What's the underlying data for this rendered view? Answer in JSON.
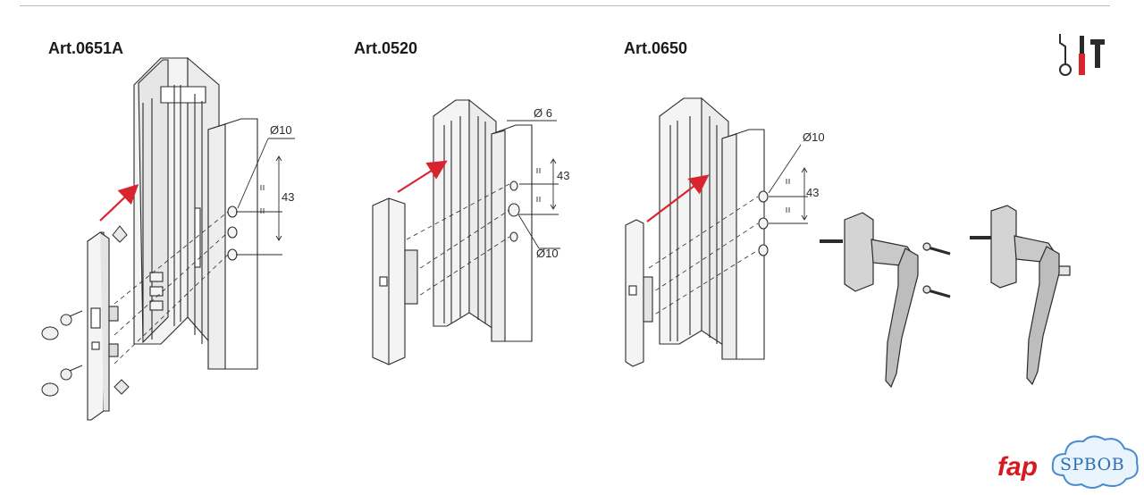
{
  "articles": {
    "a": {
      "label": "Art.0651A",
      "dim_diameter": "Ø10",
      "dim_spacing": "43"
    },
    "b": {
      "label": "Art.0520",
      "dim_diameter_small": "Ø 6",
      "dim_diameter_large": "Ø10",
      "dim_spacing": "43"
    },
    "c": {
      "label": "Art.0650",
      "dim_diameter": "Ø10",
      "dim_spacing": "43"
    }
  },
  "brand": {
    "logo_text": "fap"
  },
  "watermark": {
    "text": "SPBOB"
  },
  "icons": {
    "tools": "tools-icon",
    "arrow": "insert-arrow-icon"
  },
  "colors": {
    "arrow": "#d8242f",
    "line": "#2b2b2b",
    "frame_fill": "#f4f4f4",
    "handle_fill": "#c9c9c9",
    "brand": "#d7191f",
    "watermark": "#4a8ad0"
  }
}
